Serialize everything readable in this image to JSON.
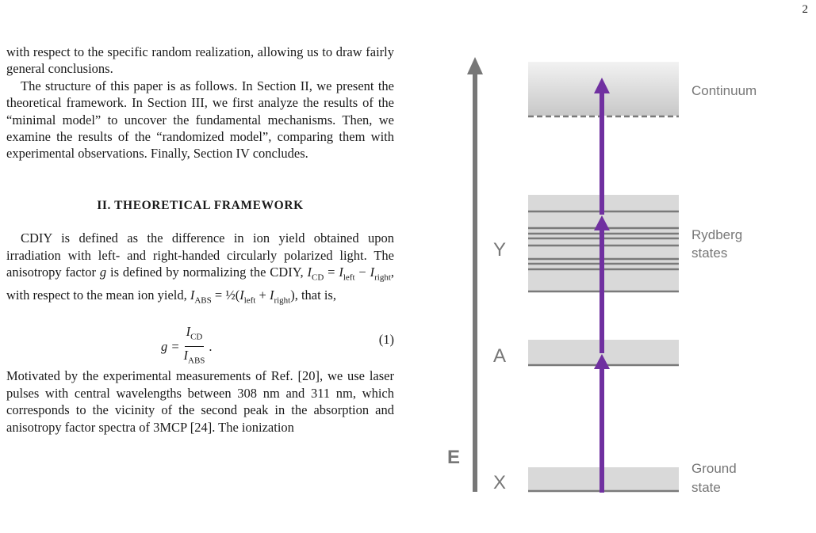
{
  "page": {
    "number": "2"
  },
  "text": {
    "p1": "with respect to the specific random realization, allowing us to draw fairly general conclusions.",
    "p2": "The structure of this paper is as follows. In Section II, we present the theoretical framework. In Section III, we first analyze the results of the “minimal model” to uncover the fundamental mechanisms. Then, we examine the results of the “randomized model”, comparing them with experimental observations. Finally, Section IV concludes.",
    "section_heading": "II.   THEORETICAL FRAMEWORK",
    "p3_a": "CDIY is defined as the difference in ion yield obtained upon irradiation with left- and right-handed circularly polarized light. The anisotropy factor ",
    "p3_g": "g",
    "p3_b": " is defined by normalizing the CDIY, ",
    "p3_icd": "I",
    "p3_icd_sub": "CD",
    "p3_eq1": " = ",
    "p3_il": "I",
    "p3_il_sub": "left",
    "p3_minus": " − ",
    "p3_ir": "I",
    "p3_ir_sub": "right",
    "p3_c": ", with respect to the mean ion yield, ",
    "p3_iabs": "I",
    "p3_iabs_sub": "ABS",
    "p3_eq2": " = ",
    "p3_half": "½",
    "p3_paren_open": "(",
    "p3_il2": "I",
    "p3_il2_sub": "left",
    "p3_plus": " + ",
    "p3_ir2": "I",
    "p3_ir2_sub": "right",
    "p3_d": "), that is,",
    "eq_lhs": "g =",
    "eq_num": "I",
    "eq_num_sub": "CD",
    "eq_den": "I",
    "eq_den_sub": "ABS",
    "eq_tail": ".",
    "eq_number": "(1)",
    "p4": "Motivated by the experimental measurements of Ref. [20], we use laser pulses with central wavelengths between 308 nm and 311 nm, which corresponds to the vicinity of the second peak in the absorption and anisotropy factor spectra of 3MCP [24]. The ionization"
  },
  "diagram": {
    "axis_label": "E",
    "levels": [
      {
        "letter": "X",
        "label_line1": "Ground",
        "label_line2": "state"
      },
      {
        "letter": "A",
        "label_line1": "",
        "label_line2": ""
      },
      {
        "letter": "Y",
        "label_line1": "Rydberg",
        "label_line2": "states"
      },
      {
        "letter": "",
        "label_line1": "Continuum",
        "label_line2": ""
      }
    ],
    "colors": {
      "arrow": "#7030a0",
      "axis": "#777777",
      "band": "#d9d9d9",
      "line": "#7a7a7a",
      "label": "#777777"
    }
  }
}
